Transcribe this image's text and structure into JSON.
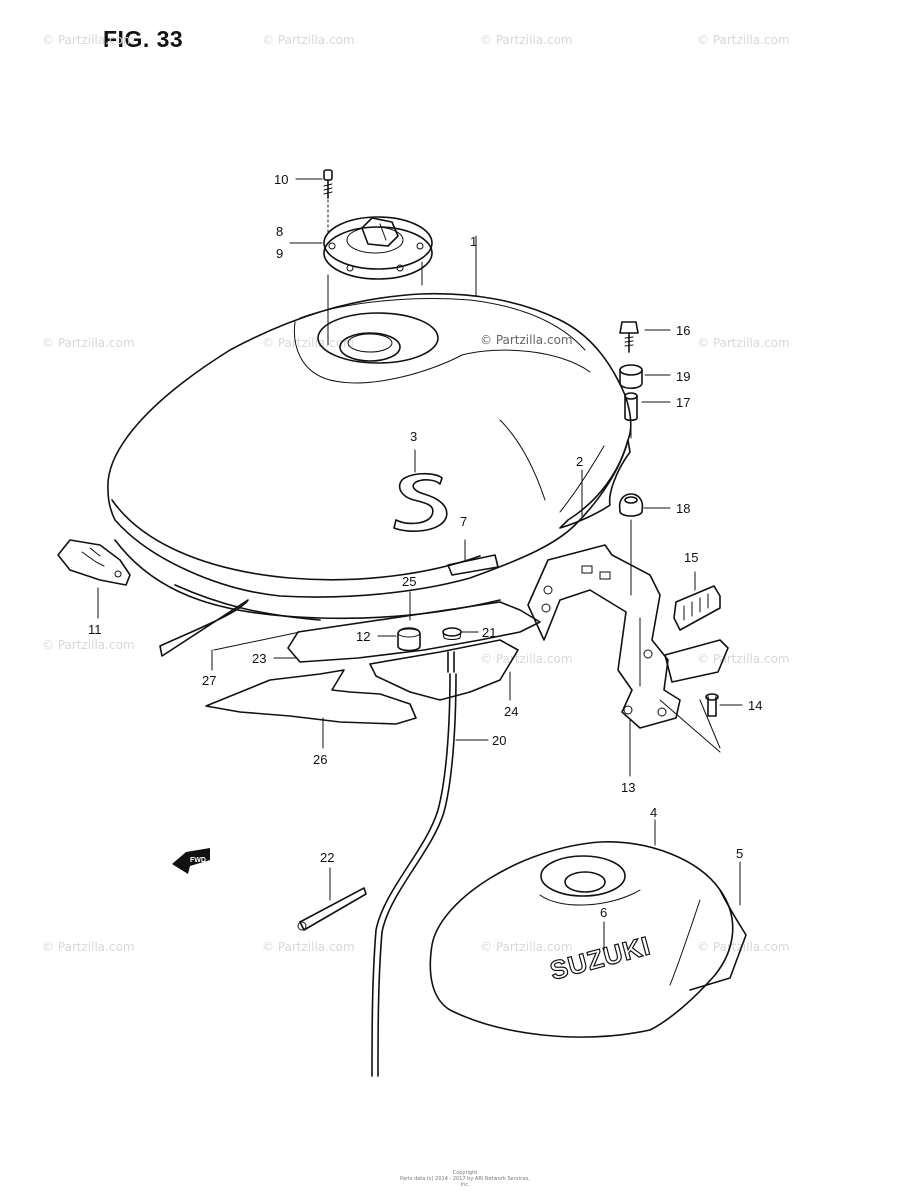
{
  "figure": {
    "title": "FIG. 33"
  },
  "watermark_text": "© Partzilla.com",
  "footer": {
    "line1": "Copyright",
    "line2": "Parts data (c) 2014 - 2017 by ARI Network Services, Inc."
  },
  "parts": {
    "p1": "1",
    "p2": "2",
    "p3": "3",
    "p4": "4",
    "p5": "5",
    "p6": "6",
    "p7": "7",
    "p8": "8",
    "p9": "9",
    "p10": "10",
    "p11": "11",
    "p12": "12",
    "p13": "13",
    "p14": "14",
    "p15": "15",
    "p16": "16",
    "p17": "17",
    "p18": "18",
    "p19": "19",
    "p20": "20",
    "p21": "21",
    "p22": "22",
    "p23": "23",
    "p24": "24",
    "p25": "25",
    "p26": "26",
    "p27": "27"
  },
  "decals": {
    "tank_logo": "S",
    "brand": "SUZUKI",
    "fwd": "FWD"
  }
}
